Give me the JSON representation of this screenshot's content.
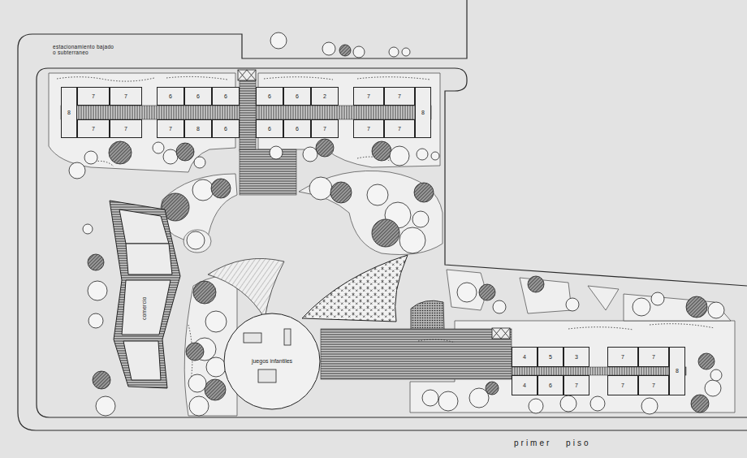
{
  "diagram": {
    "nodes": [
      {
        "text": [
          "8"
        ]
      },
      {
        "text": [
          "7"
        ]
      },
      {
        "text": [
          "7"
        ]
      },
      {
        "text": [
          "7"
        ]
      },
      {
        "text": [
          "7"
        ]
      },
      {
        "text": [
          "6"
        ]
      },
      {
        "text": [
          "6"
        ]
      },
      {
        "text": [
          "6"
        ]
      },
      {
        "text": [
          "7"
        ]
      },
      {
        "text": [
          "8"
        ]
      },
      {
        "text": [
          "6"
        ]
      },
      {
        "text": [
          "6"
        ]
      },
      {
        "text": [
          "6"
        ]
      },
      {
        "text": [
          "2"
        ]
      },
      {
        "text": [
          "6"
        ]
      },
      {
        "text": [
          "6"
        ]
      },
      {
        "text": [
          "7"
        ]
      },
      {
        "text": [
          "7"
        ]
      },
      {
        "text": [
          "7"
        ]
      },
      {
        "text": [
          "8"
        ]
      },
      {
        "text": [
          "7"
        ]
      },
      {
        "text": [
          "7"
        ]
      },
      {
        "text": [
          "comercio"
        ]
      },
      {
        "text": [
          "juegos infantiles"
        ]
      },
      {
        "text": [
          "4"
        ]
      },
      {
        "text": [
          "5"
        ]
      },
      {
        "text": [
          "3"
        ]
      },
      {
        "text": [
          "4"
        ]
      },
      {
        "text": [
          "6"
        ]
      },
      {
        "text": [
          "7"
        ]
      },
      {
        "text": [
          "7"
        ]
      },
      {
        "text": [
          "7"
        ]
      },
      {
        "text": [
          "8"
        ]
      },
      {
        "text": [
          "7"
        ]
      },
      {
        "text": [
          "7"
        ]
      }
    ],
    "labels": [
      "estacionamiento bajado o subterraneo",
      "primer piso"
    ]
  }
}
